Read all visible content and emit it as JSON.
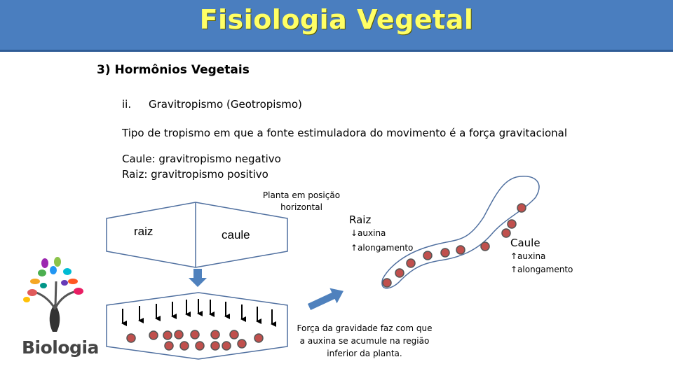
{
  "header": {
    "title": "Fisiologia Vegetal"
  },
  "content": {
    "section_title": "3) Hormônios Vegetais",
    "sub_number": "ii.",
    "sub_title": "Gravitropismo (Geotropismo)",
    "definition": "Tipo de tropismo em que a fonte estimuladora do movimento é a força gravitacional",
    "stem_line": "Caule: gravitropismo negativo",
    "root_line": "Raiz: gravitropismo positivo"
  },
  "diagram": {
    "plant_caption": "Planta em posição horizontal",
    "inner_root_label": "raiz",
    "inner_stem_label": "caule",
    "gravity_caption": "Força da gravidade faz com que a auxina se acumule na região inferior da planta.",
    "root_label": "Raiz",
    "root_auxin": "↓auxina",
    "root_elongation": "↑alongamento",
    "stem_label": "Caule",
    "stem_auxin": "↑auxina",
    "stem_elongation": "↑alongamento"
  },
  "logo": {
    "text": "Biologia"
  },
  "colors": {
    "banner": "#4a7ebf",
    "title": "#ffff66",
    "auxin_dot": "#c0504d",
    "arrow": "#4f81bd"
  }
}
